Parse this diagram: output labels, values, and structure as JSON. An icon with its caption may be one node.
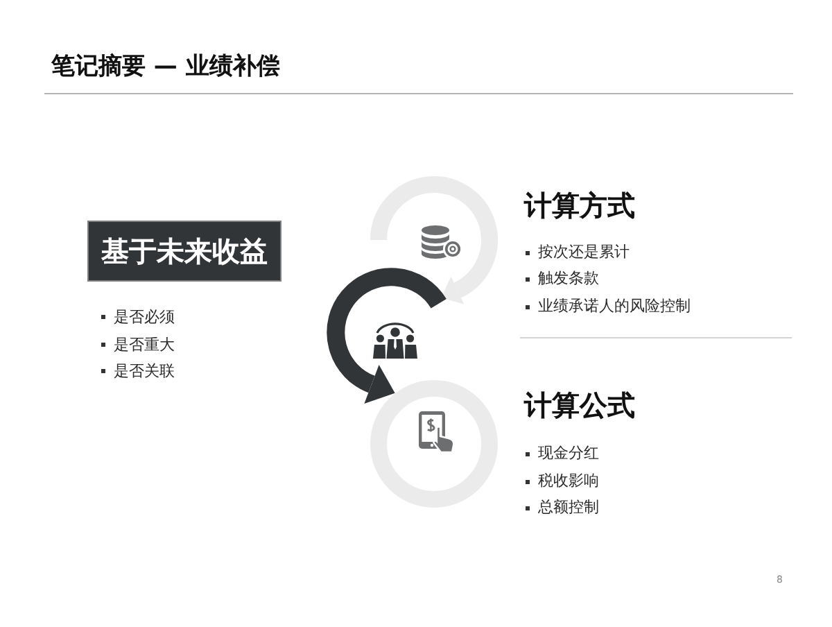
{
  "diagram": {
    "title": "笔记摘要 — 业绩补偿",
    "nodes": [
      {
        "text": [
          "基于未来收益"
        ],
        "beside": [
          "是否必须",
          "是否重大",
          "是否关联"
        ]
      },
      {
        "text": [],
        "shape": "circle"
      },
      {
        "text": [],
        "shape": "circle"
      }
    ],
    "edges": [
      {
        "from": 1,
        "to": 2,
        "arrow": "to"
      }
    ],
    "labels": [
      "计算方式",
      "按次还是累计",
      "触发条款",
      "业绩承诺人的风险控制",
      "计算公式",
      "现金分红",
      "税收影响",
      "总额控制",
      "8"
    ]
  }
}
